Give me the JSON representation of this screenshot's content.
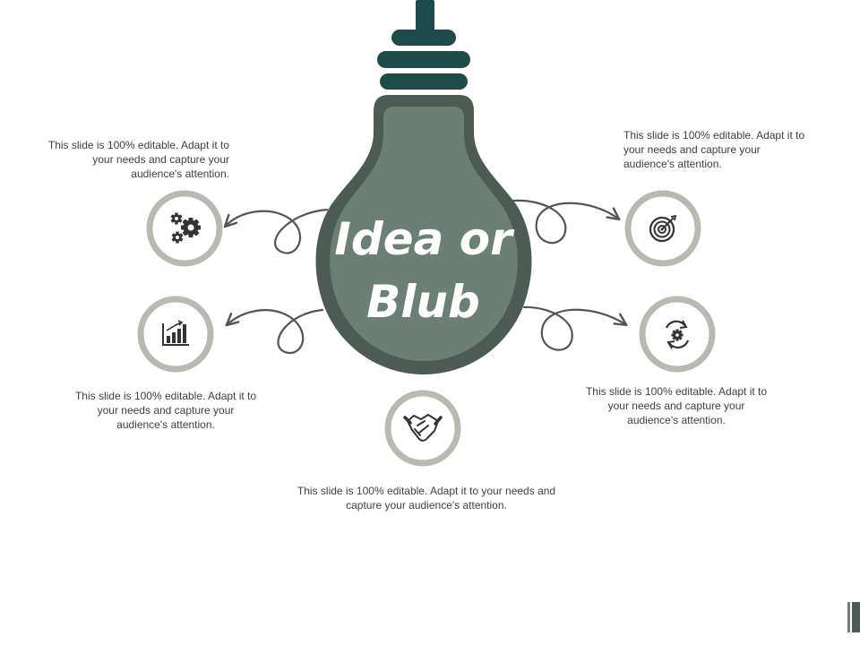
{
  "title": {
    "line1": "Idea or",
    "line2": "Blub"
  },
  "colors": {
    "bulb_fill": "#6b7f75",
    "bulb_border": "#4c5c55",
    "cap": "#1f4a4a",
    "ring": "#b9b9b1",
    "arrow": "#555555",
    "text": "#404040"
  },
  "items": [
    {
      "icon": "gears-icon",
      "text": "This slide is 100% editable. Adapt it to your needs and capture your audience's attention."
    },
    {
      "icon": "bar-chart-icon",
      "text": "This slide is 100% editable. Adapt it to your needs and capture your audience's attention."
    },
    {
      "icon": "handshake-icon",
      "text": "This slide is 100% editable. Adapt it to your needs and capture your audience's attention."
    },
    {
      "icon": "target-icon",
      "text": "This slide is 100% editable. Adapt it to your needs and capture your audience's attention."
    },
    {
      "icon": "refresh-gear-icon",
      "text": "This slide is 100% editable. Adapt it to your needs and capture your audience's attention."
    }
  ]
}
